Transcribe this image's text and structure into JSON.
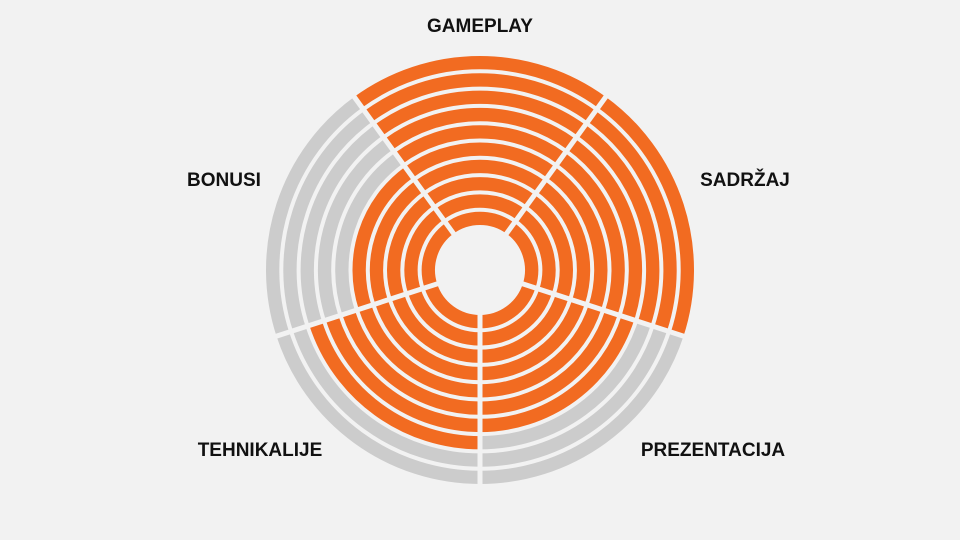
{
  "chart_data": {
    "type": "radial-rating",
    "max": 10,
    "categories": [
      "GAMEPLAY",
      "SADRŽAJ",
      "PREZENTACIJA",
      "TEHNIKALIJE",
      "BONUSI"
    ],
    "values": [
      10,
      10,
      7,
      8,
      5
    ],
    "colors": {
      "filled": "#f26b21",
      "empty": "#cccccc",
      "background": "#f2f2f2"
    }
  }
}
